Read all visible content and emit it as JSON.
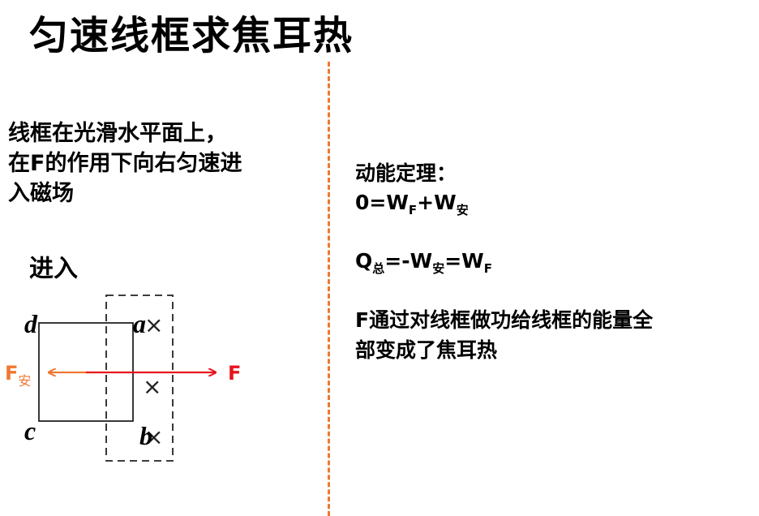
{
  "title": "匀速线框求焦耳热",
  "left": {
    "description_lines": [
      "线框在光滑水平面上，",
      "在F的作用下向右匀速进",
      "入磁场"
    ],
    "stage_label": "进入"
  },
  "diagram": {
    "corner_labels": {
      "a": "a",
      "b": "b",
      "c": "c",
      "d": "d"
    },
    "field_marks": [
      "×",
      "×",
      "×"
    ],
    "force_right": "F",
    "force_left_main": "F",
    "force_left_sub": "安",
    "colors": {
      "frame": "#222222",
      "field": "#222222",
      "applied_force": "#e8141c",
      "ampere_force": "#f07830"
    }
  },
  "right": {
    "theorem_label": "动能定理：",
    "eq1": {
      "lhs": "0=W",
      "sub1": "F",
      "plus": "+W",
      "sub2": "安"
    },
    "eq2": {
      "q": "Q",
      "sub_q": "总",
      "mid": "=-W",
      "sub_an": "安",
      "eq": "=W",
      "sub_f": "F"
    },
    "conclusion_lines": [
      "F通过对线框做功给线框的能量全",
      "部变成了焦耳热"
    ]
  },
  "colors": {
    "divider": "#f07830",
    "text": "#000000",
    "background": "#ffffff"
  }
}
